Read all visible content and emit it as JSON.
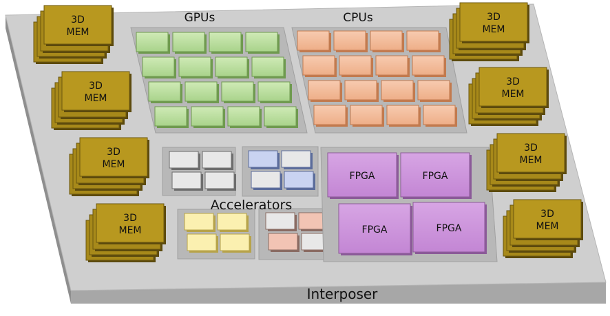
{
  "labels": {
    "gpus": "GPUs",
    "cpus": "CPUs",
    "accelerators": "Accelerators",
    "interposer": "Interposer",
    "fpga": "FPGA",
    "mem_line1": "3D",
    "mem_line2": "MEM"
  },
  "colors": {
    "interposer_top": "#cfcfcf",
    "interposer_edge": "#9a9a9a",
    "panel": "#b9b9b9",
    "gpu": "#b6dc9a",
    "cpu": "#f3b894",
    "fpga": "#c98fd9",
    "mem": "#b8981f",
    "accel_gray": "#e8e8e8",
    "accel_blue": "#c9d3f1",
    "accel_yellow": "#fbf0b0",
    "accel_pink": "#f2c4b4"
  },
  "gpu_grid": {
    "rows": 4,
    "cols": 4
  },
  "cpu_grid": {
    "rows": 4,
    "cols": 4
  },
  "fpga_count": 4,
  "memory_stacks": 8
}
